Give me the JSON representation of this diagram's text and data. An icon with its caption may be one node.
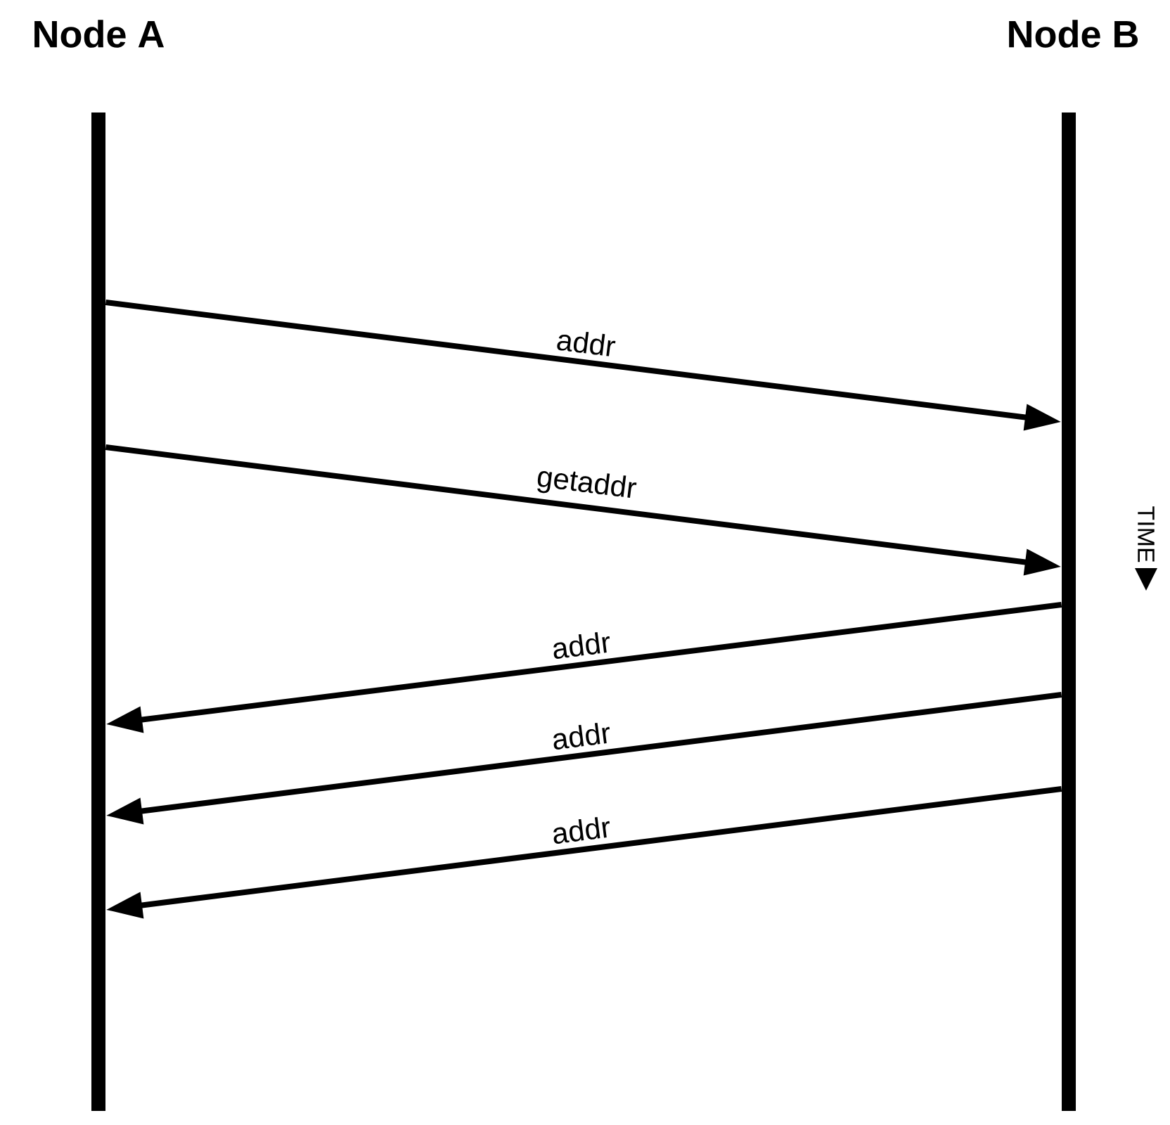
{
  "diagram": {
    "nodes": [
      {
        "text": [
          "Node A"
        ]
      },
      {
        "text": [
          "Node B"
        ]
      }
    ],
    "edges": [
      {
        "from": 0,
        "to": 1,
        "arrow": "to",
        "label": "addr"
      },
      {
        "from": 0,
        "to": 1,
        "arrow": "to",
        "label": "getaddr"
      },
      {
        "from": 1,
        "to": 0,
        "arrow": "to",
        "label": "addr"
      },
      {
        "from": 1,
        "to": 0,
        "arrow": "to",
        "label": "addr"
      },
      {
        "from": 1,
        "to": 0,
        "arrow": "to",
        "label": "addr"
      }
    ],
    "labels": [
      "TIME"
    ]
  }
}
